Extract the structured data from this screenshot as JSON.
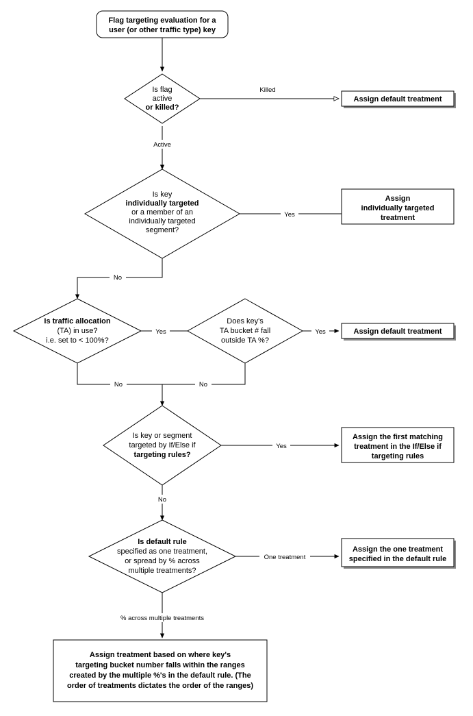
{
  "diagram": {
    "title": "Flag targeting evaluation flowchart",
    "type": "flowchart",
    "background_color": "#ffffff",
    "stroke_color": "#000000",
    "shadow_color": "#888888"
  },
  "nodes": {
    "start": {
      "shape": "rounded-rectangle",
      "lines": [
        "Flag targeting evaluation for a",
        "user (or other traffic type) key"
      ]
    },
    "d1": {
      "shape": "diamond",
      "lines": [
        "Is flag",
        "active",
        "or killed?"
      ],
      "bold_lines": [
        2
      ]
    },
    "d2": {
      "shape": "diamond",
      "lines": [
        "Is key",
        "individually targeted",
        "or a member of an",
        "individually targeted",
        "segment?"
      ],
      "bold_lines": [
        1
      ]
    },
    "d3": {
      "shape": "diamond",
      "lines": [
        "Is traffic allocation",
        "(TA) in use?",
        "i.e. set to < 100%?"
      ],
      "bold_lines": [
        0
      ]
    },
    "d4": {
      "shape": "diamond",
      "lines": [
        "Does key's",
        "TA bucket # fall",
        "outside TA %?"
      ],
      "bold_lines": []
    },
    "d5": {
      "shape": "diamond",
      "lines": [
        "Is key or segment",
        "targeted by If/Else if",
        "targeting rules?"
      ],
      "bold_lines": [
        2
      ]
    },
    "d6": {
      "shape": "diamond",
      "lines": [
        "Is default rule",
        "specified as one treatment,",
        "or spread by % across",
        "multiple treatments?"
      ],
      "bold_lines": [
        0
      ]
    },
    "b1": {
      "shape": "rectangle",
      "lines": [
        "Assign default treatment"
      ]
    },
    "b2": {
      "shape": "rectangle",
      "lines": [
        "Assign",
        "individually targeted",
        "treatment"
      ]
    },
    "b3": {
      "shape": "rectangle",
      "lines": [
        "Assign default treatment"
      ]
    },
    "b4": {
      "shape": "rectangle",
      "lines": [
        "Assign the first matching",
        "treatment in the If/Else if",
        "targeting rules"
      ]
    },
    "b5": {
      "shape": "rectangle",
      "lines": [
        "Assign the one treatment",
        "specified in the default rule"
      ]
    },
    "b6": {
      "shape": "rectangle",
      "lines": [
        "Assign treatment based on where key's",
        "targeting bucket number falls within the ranges",
        "created by the multiple %'s in the default rule. (The",
        "order of treatments dictates the order of the ranges)"
      ]
    }
  },
  "edges": {
    "start_to_d1": {
      "label": ""
    },
    "d1_to_b1": {
      "label": "Killed"
    },
    "d1_to_d2": {
      "label": "Active"
    },
    "d2_to_b2": {
      "label": "Yes"
    },
    "d2_to_d3": {
      "label": "No"
    },
    "d3_to_d4": {
      "label": "Yes"
    },
    "d4_to_b3": {
      "label": "Yes"
    },
    "d3_to_d5": {
      "label": "No"
    },
    "d4_to_d5": {
      "label": "No"
    },
    "d5_to_b4": {
      "label": "Yes"
    },
    "d5_to_d6": {
      "label": "No"
    },
    "d6_to_b5": {
      "label": "One treatment"
    },
    "d6_to_b6": {
      "label": "% across multiple treatments"
    }
  }
}
